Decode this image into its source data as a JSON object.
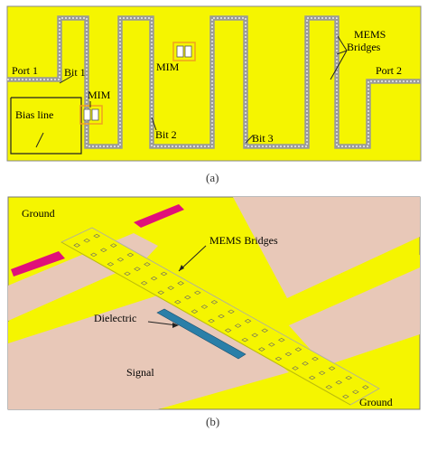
{
  "panel_a": {
    "port1": "Port 1",
    "port2": "Port 2",
    "bit1": "Bit 1",
    "bit2": "Bit 2",
    "bit3": "Bit 3",
    "mim_top": "MIM",
    "mim_left": "MIM",
    "bias_line": "Bias line",
    "mems_line1": "MEMS",
    "mems_line2": "Bridges",
    "caption": "(a)"
  },
  "panel_b": {
    "ground_top": "Ground",
    "mems_bridges": "MEMS Bridges",
    "dielectric": "Dielectric",
    "signal": "Signal",
    "ground_bottom": "Ground",
    "caption": "(b)"
  },
  "colors": {
    "substrate_yellow": "#f5f500",
    "cpw_gray": "#9a9a9a",
    "pad_orange": "#f0a020",
    "ground_pink": "#e8c8b8",
    "bias_magenta": "#e0107a",
    "dielectric_blue": "#2a7fa8"
  }
}
